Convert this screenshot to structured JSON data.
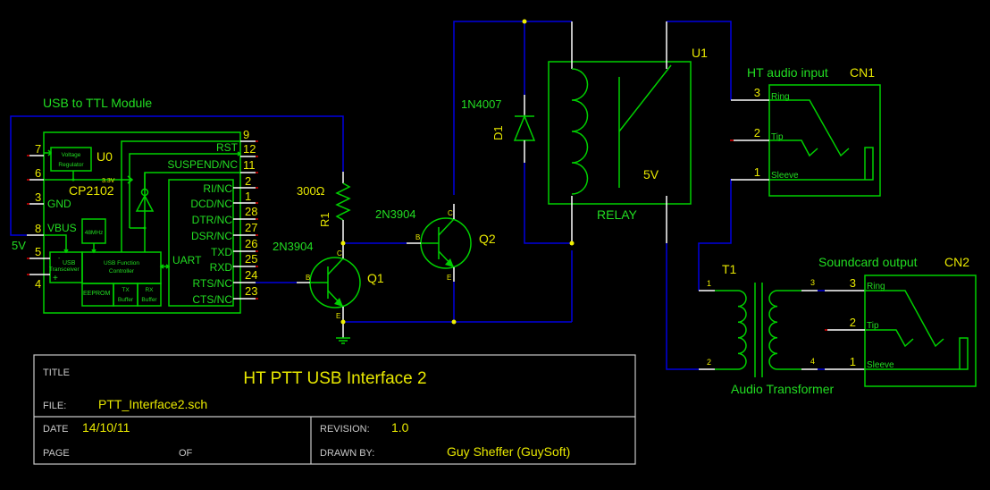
{
  "schematic": {
    "usb_module": {
      "title": "USB to TTL Module",
      "ref": "U0",
      "part": "CP2102",
      "left_pins": [
        {
          "num": "7",
          "label": ""
        },
        {
          "num": "6",
          "label": ""
        },
        {
          "num": "3",
          "label": "GND"
        },
        {
          "num": "8",
          "label": "VBUS"
        },
        {
          "num": "5",
          "label": ""
        },
        {
          "num": "4",
          "label": ""
        }
      ],
      "right_pins": [
        {
          "num": "9",
          "label": ""
        },
        {
          "num": "12",
          "label": "RST"
        },
        {
          "num": "11",
          "label": "SUSPEND/NC"
        },
        {
          "num": "2",
          "label": "RI/NC"
        },
        {
          "num": "1",
          "label": "DCD/NC"
        },
        {
          "num": "28",
          "label": "DTR/NC"
        },
        {
          "num": "27",
          "label": "DSR/NC"
        },
        {
          "num": "26",
          "label": "TXD"
        },
        {
          "num": "25",
          "label": "RXD"
        },
        {
          "num": "24",
          "label": "RTS/NC"
        },
        {
          "num": "23",
          "label": "CTS/NC"
        }
      ],
      "blocks": {
        "regulator_l1": "Voltage",
        "regulator_l2": "Regulator",
        "v33": "3.3V",
        "osc": "48MHz",
        "transceiver_l1": "USB",
        "transceiver_l2": "Transceiver",
        "minus": "-",
        "plus": "+",
        "controller_l1": "USB Function",
        "controller_l2": "Controller",
        "eeprom": "EEPROM",
        "tx_l1": "TX",
        "tx_l2": "Buffer",
        "rx_l1": "RX",
        "rx_l2": "Buffer",
        "uart": "UART"
      },
      "supply_label": "5V"
    },
    "r1": {
      "ref": "R1",
      "value": "300Ω"
    },
    "q1": {
      "ref": "Q1",
      "part": "2N3904",
      "b": "B",
      "c": "C",
      "e": "E"
    },
    "q2": {
      "ref": "Q2",
      "part": "2N3904",
      "b": "B",
      "c": "C",
      "e": "E"
    },
    "d1": {
      "ref": "D1",
      "part": "1N4007"
    },
    "relay": {
      "ref": "U1",
      "part": "RELAY",
      "voltage": "5V"
    },
    "cn1": {
      "title": "HT audio input",
      "ref": "CN1",
      "pins": [
        {
          "num": "3",
          "label": "Ring"
        },
        {
          "num": "2",
          "label": "Tip"
        },
        {
          "num": "1",
          "label": "Sleeve"
        }
      ]
    },
    "t1": {
      "ref": "T1",
      "part": "Audio Transformer",
      "pins": [
        "1",
        "2",
        "3",
        "4"
      ]
    },
    "cn2": {
      "title": "Soundcard output",
      "ref": "CN2",
      "pins": [
        {
          "num": "3",
          "label": "Ring"
        },
        {
          "num": "2",
          "label": "Tip"
        },
        {
          "num": "1",
          "label": "Sleeve"
        }
      ]
    }
  },
  "title_block": {
    "title_label": "TITLE",
    "title": "HT PTT USB Interface 2",
    "file_label": "FILE:",
    "file": "PTT_Interface2.sch",
    "date_label": "DATE",
    "date": "14/10/11",
    "revision_label": "REVISION:",
    "revision": "1.0",
    "page_label": "PAGE",
    "of_label": "OF",
    "drawn_by_label": "DRAWN BY:",
    "drawn_by": "Guy Sheffer (GuySoft)"
  }
}
